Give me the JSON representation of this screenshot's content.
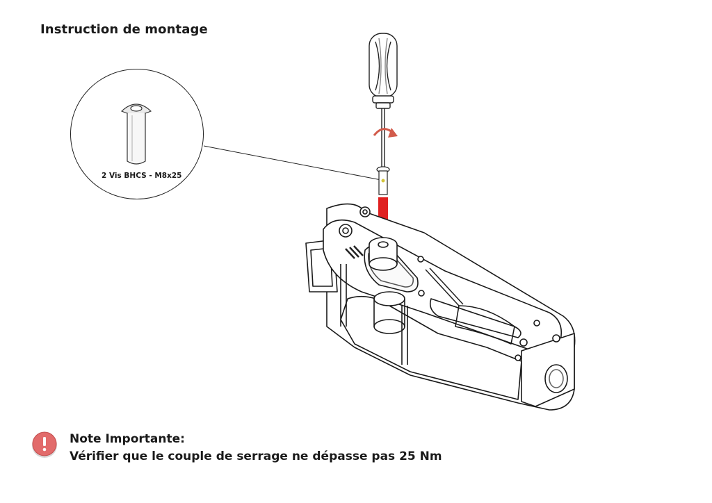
{
  "header": {
    "title": "Instruction de montage"
  },
  "detail": {
    "caption": "2 Vis BHCS - M8x25"
  },
  "note": {
    "title": "Note Importante:",
    "text": "Vérifier que le couple de serrage ne dépasse pas 25 Nm",
    "icon": "warning-exclamation-icon"
  },
  "colors": {
    "arrow": "#e02020",
    "warning": "#e26b6b"
  }
}
